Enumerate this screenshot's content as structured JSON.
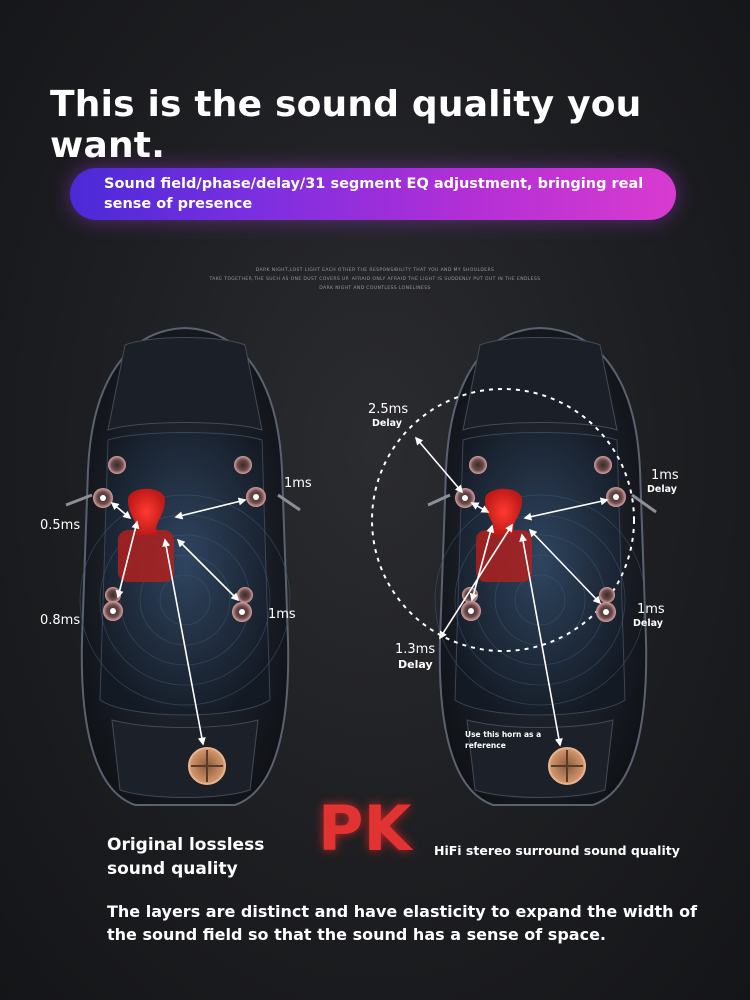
{
  "headline": "This is the sound quality you want.",
  "banner": "Sound field/phase/delay/31 segment EQ adjustment, bringing real sense of presence",
  "fine_print": [
    "DARK NIGHT,LOST LIGHT EACH OTHER THE RESPONSIBILITY THAT YOU AND MY SHOULDERS",
    "TAKE TOGETHER,THE SUCH AS ONE DUST COVERS UP. AFRAID ONLY AFRAID THE LIGHT IS SUDDENLY PUT OUT IN THE ENDLESS",
    "DARK NIGHT AND COUNTLESS LONELINESS"
  ],
  "left_car": {
    "delay_front_right": "1ms",
    "delay_front_left": "0.5ms",
    "delay_rear_left": "0.8ms",
    "delay_rear_right": "1ms",
    "caption": "Original lossless sound quality"
  },
  "right_car": {
    "delay_top": "2.5ms",
    "delay_top_sub": "Delay",
    "delay_front_right": "1ms",
    "delay_front_right_sub": "Delay",
    "delay_rear_right": "1ms",
    "delay_rear_right_sub": "Delay",
    "delay_left": "1.3ms",
    "delay_left_sub": "Delay",
    "reference_note": "Use this horn as a reference",
    "caption": "HiFi stereo surround sound quality"
  },
  "pk_label": "PK",
  "bottom_text": "The layers are distinct and have elasticity to expand the width of the sound field so that the sound has a sense of space.",
  "colors": {
    "banner_start": "#4a2ad8",
    "banner_end": "#d93bd0",
    "pk": "#e23333",
    "listener": "#e6302d",
    "speaker_ring": "#d8a0a0"
  }
}
